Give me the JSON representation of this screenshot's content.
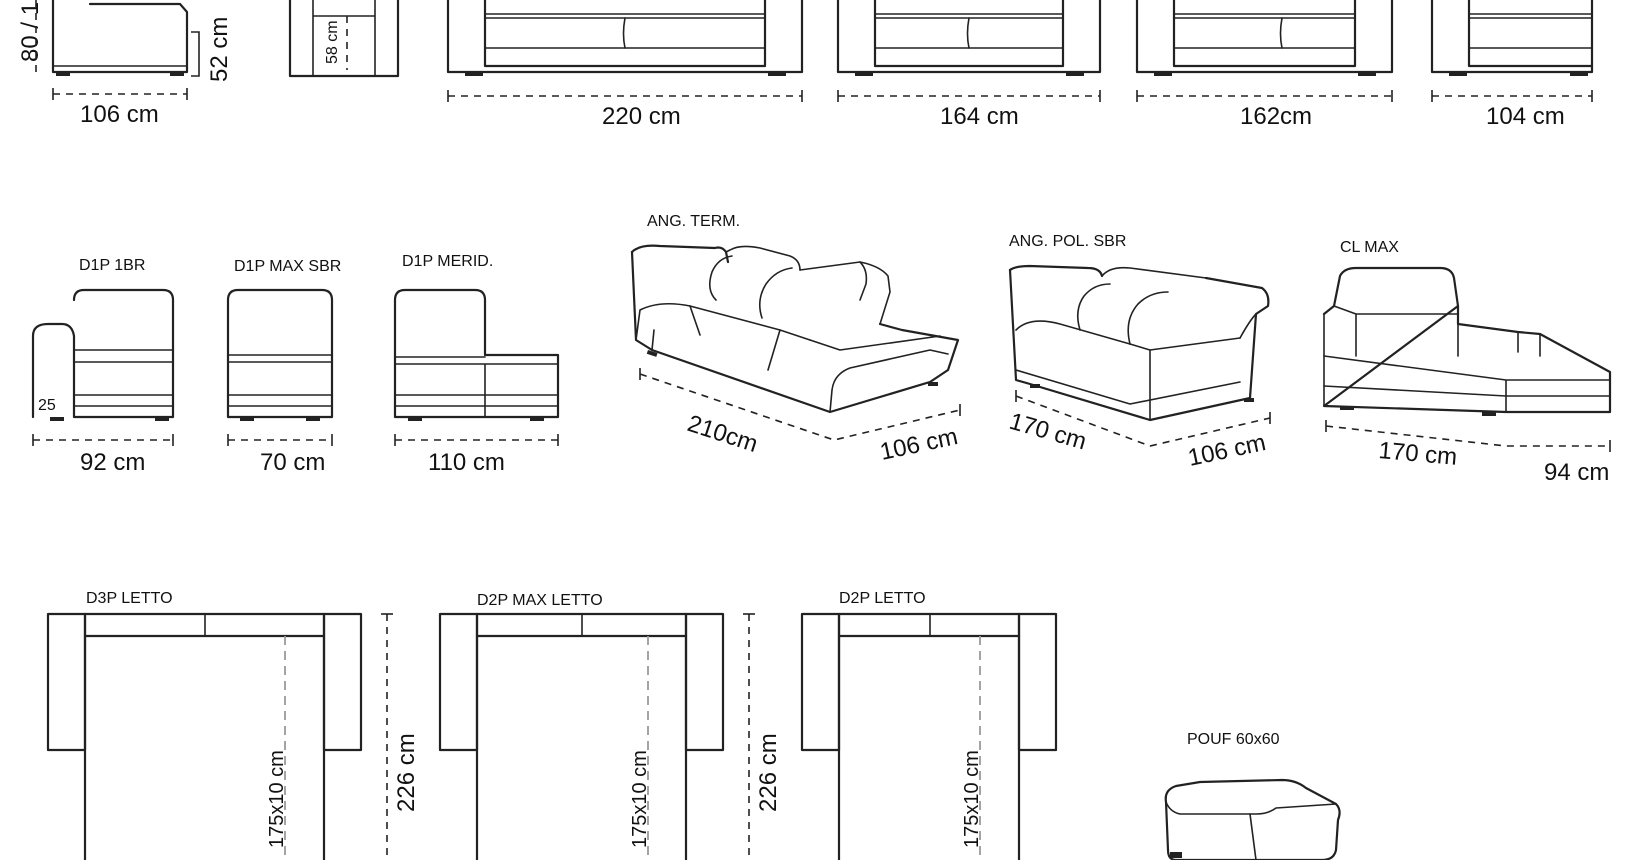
{
  "row1": {
    "partial_height": "80 / 1",
    "module1_depth": "52 cm",
    "module1_width": "106 cm",
    "module2_seat": "58 cm",
    "widths": [
      "220 cm",
      "164 cm",
      "162cm",
      "104 cm"
    ]
  },
  "row2": {
    "items": [
      {
        "label": "D1P 1BR",
        "width": "92 cm",
        "extra": "25"
      },
      {
        "label": "D1P MAX SBR",
        "width": "70 cm"
      },
      {
        "label": "D1P MERID.",
        "width": "110 cm"
      },
      {
        "label": "ANG. TERM.",
        "length": "210cm",
        "depth": "106 cm"
      },
      {
        "label": "ANG. POL. SBR",
        "length": "170  cm",
        "depth": "106 cm"
      },
      {
        "label": "CL MAX",
        "length": "170 cm",
        "depth": "94 cm"
      }
    ]
  },
  "row3": {
    "beds": [
      {
        "label": "D3P LETTO",
        "bed": "175x10 cm",
        "length": "226 cm"
      },
      {
        "label": "D2P  MAX LETTO",
        "bed": "175x10 cm",
        "length": "226 cm"
      },
      {
        "label": "D2P LETTO",
        "bed": "175x10 cm"
      }
    ],
    "pouf": {
      "label": "POUF 60x60"
    }
  }
}
